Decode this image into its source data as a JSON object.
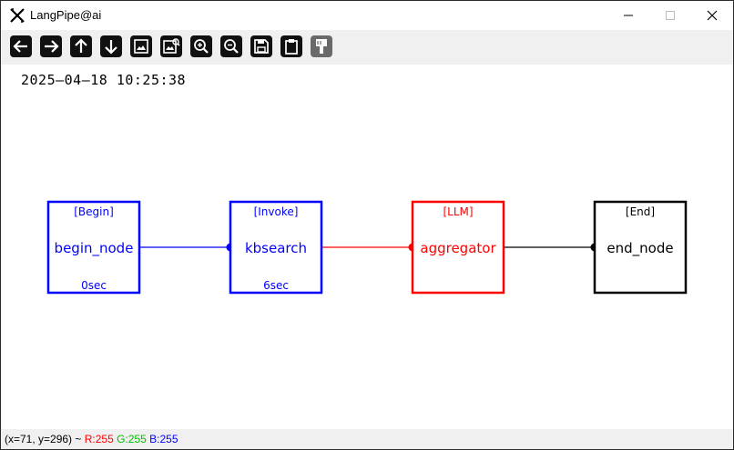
{
  "window": {
    "title": "LangPipe@ai"
  },
  "toolbar": {
    "buttons": [
      {
        "name": "arrow-left-icon"
      },
      {
        "name": "arrow-right-icon"
      },
      {
        "name": "arrow-up-icon"
      },
      {
        "name": "arrow-down-icon"
      },
      {
        "name": "image-icon"
      },
      {
        "name": "image-search-icon"
      },
      {
        "name": "zoom-in-icon"
      },
      {
        "name": "zoom-out-icon"
      },
      {
        "name": "save-icon"
      },
      {
        "name": "clipboard-icon"
      },
      {
        "name": "paint-brush-icon"
      }
    ]
  },
  "canvas": {
    "timestamp": "2025–04–18 10:25:38",
    "nodes": [
      {
        "type": "[Begin]",
        "name": "begin_node",
        "duration": "0sec",
        "color": "#0000ff"
      },
      {
        "type": "[Invoke]",
        "name": "kbsearch",
        "duration": "6sec",
        "color": "#0000ff"
      },
      {
        "type": "[LLM]",
        "name": "aggregator",
        "duration": "",
        "color": "#ff0000"
      },
      {
        "type": "[End]",
        "name": "end_node",
        "duration": "",
        "color": "#000000"
      }
    ],
    "edges": [
      {
        "from": "begin_node",
        "to": "kbsearch",
        "color": "#0000ff"
      },
      {
        "from": "kbsearch",
        "to": "aggregator",
        "color": "#ff0000"
      },
      {
        "from": "aggregator",
        "to": "end_node",
        "color": "#000000"
      }
    ]
  },
  "status": {
    "coords": "(x=71, y=296) ~ ",
    "r": "R:255",
    "g": "G:255",
    "b": "B:255",
    "r_color": "#ff0000",
    "g_color": "#00c000",
    "b_color": "#0000ff"
  }
}
